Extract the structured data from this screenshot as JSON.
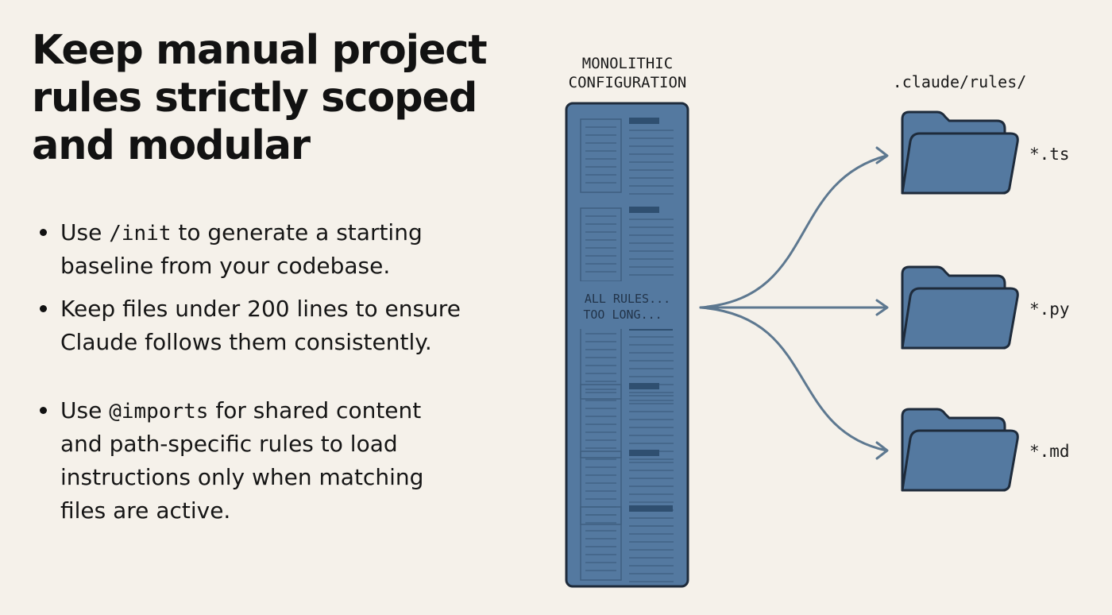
{
  "slide": {
    "title_lines": [
      "Keep manual project",
      "rules strictly scoped",
      "and modular"
    ]
  },
  "bullets": [
    {
      "lines": [
        [
          {
            "t": "Use "
          },
          {
            "t": "/init",
            "code": true
          },
          {
            "t": " to generate a starting"
          }
        ],
        [
          {
            "t": "baseline from your codebase."
          }
        ]
      ]
    },
    {
      "lines": [
        [
          {
            "t": "Keep files under 200 lines to ensure"
          }
        ],
        [
          {
            "t": "Claude follows them consistently."
          }
        ]
      ]
    },
    {
      "lines": [
        [
          {
            "t": "Use "
          },
          {
            "t": "@imports",
            "code": true
          },
          {
            "t": " for shared content"
          }
        ],
        [
          {
            "t": "and path-specific rules to load"
          }
        ],
        [
          {
            "t": "instructions only when matching"
          }
        ],
        [
          {
            "t": "files are active."
          }
        ]
      ]
    }
  ],
  "diagram": {
    "source_label_lines": [
      "MONOLITHIC",
      "CONFIGURATION"
    ],
    "source_overlay_lines": [
      "ALL RULES...",
      "TOO LONG..."
    ],
    "target_dir_label": ".claude/rules/",
    "targets": [
      {
        "label": "*.ts",
        "icon": "folder-icon"
      },
      {
        "label": "*.py",
        "icon": "folder-icon"
      },
      {
        "label": "*.md",
        "icon": "folder-icon"
      }
    ],
    "colors": {
      "folder_fill": "#5479a0",
      "stroke": "#1e2b3b",
      "arrow": "#5d7890",
      "text": "#1a1a1a",
      "background": "#f5f1ea"
    }
  }
}
